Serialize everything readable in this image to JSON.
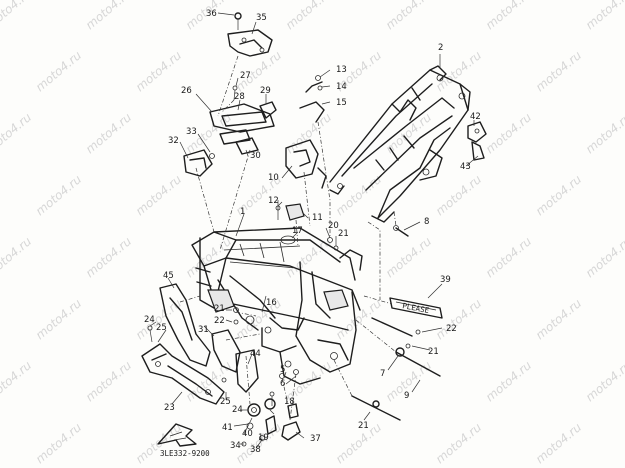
{
  "watermark": "moto4.ru",
  "diagram_code": "3LE332-9200",
  "label_band": "39",
  "callouts": [
    "36",
    "35",
    "27",
    "28",
    "29",
    "26",
    "13",
    "14",
    "15",
    "2",
    "42",
    "43",
    "33",
    "32",
    "30",
    "10",
    "12",
    "11",
    "8",
    "17",
    "20",
    "21",
    "1",
    "45",
    "16",
    "22",
    "39",
    "24",
    "25",
    "31",
    "21b",
    "22b",
    "21c",
    "44",
    "7",
    "5",
    "6",
    "9",
    "23",
    "25b",
    "41",
    "40",
    "19",
    "24b",
    "34",
    "38",
    "37",
    "18"
  ]
}
